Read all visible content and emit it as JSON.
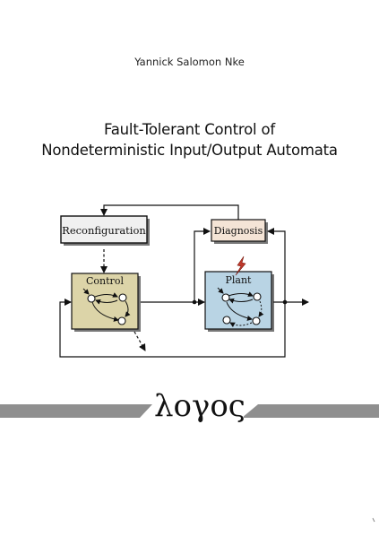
{
  "author": "Yannick Salomon Nke",
  "title_lines": [
    "Fault-Tolerant Control of",
    "Nondeterministic Input/Output Automata"
  ],
  "diagram": {
    "reconfiguration": "Reconfiguration",
    "diagnosis": "Diagnosis",
    "control": "Control",
    "plant": "Plant"
  },
  "colors": {
    "control_fill": "#dcd4a8",
    "plant_fill": "#b9d4e4",
    "diagnosis_fill": "#f4e4d6",
    "reconfiguration_fill": "#f0f0f0",
    "band": "#8f8f8f",
    "fault_bolt": "#c0392b"
  },
  "publisher": "λογος"
}
